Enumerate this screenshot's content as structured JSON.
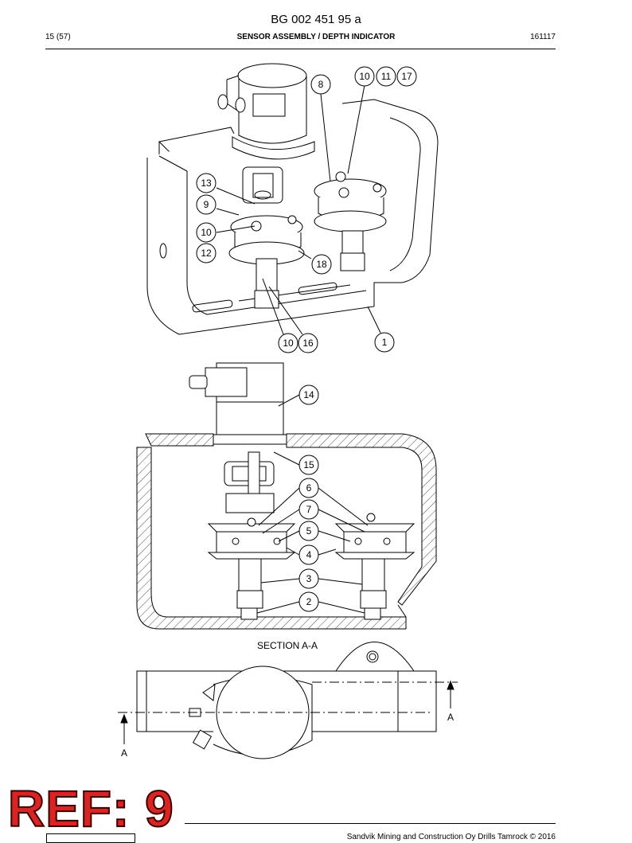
{
  "header": {
    "doc_number": "BG 002 451 95 a",
    "page": "15 (57)",
    "title": "SENSOR ASSEMBLY / DEPTH INDICATOR",
    "date_code": "161117"
  },
  "drawing": {
    "callouts_top": [
      "8",
      "10",
      "11",
      "17",
      "13",
      "9",
      "10",
      "12",
      "18",
      "10",
      "16",
      "1"
    ],
    "callouts_section": [
      "14",
      "15",
      "6",
      "7",
      "5",
      "4",
      "3",
      "2"
    ],
    "section_label": "SECTION A-A",
    "cut_label_left": "A",
    "cut_label_right": "A"
  },
  "stamp": {
    "ref": "REF: 9"
  },
  "footer": {
    "copyright": "Sandvik Mining and Construction Oy Drills Tamrock © 2016"
  }
}
